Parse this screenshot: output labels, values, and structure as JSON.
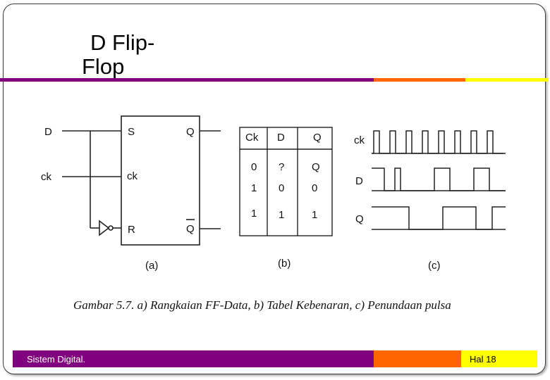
{
  "slide": {
    "title_line1": "D Flip-",
    "title_line2": "Flop",
    "accent_colors": {
      "purple": "#800080",
      "orange": "#ff6600",
      "yellow": "#ffff00"
    }
  },
  "figure": {
    "circuit": {
      "input_d": "D",
      "input_ck": "ck",
      "pin_s": "S",
      "pin_ck": "ck",
      "pin_r": "R",
      "output_q": "Q",
      "output_qbar": "Q",
      "label": "(a)"
    },
    "truth_table": {
      "headers": [
        "Ck",
        "D",
        "Q"
      ],
      "rows": [
        [
          "0",
          "?",
          "Q"
        ],
        [
          "1",
          "0",
          "0"
        ],
        [
          "1",
          "1",
          "1"
        ]
      ],
      "label": "(b)"
    },
    "timing": {
      "signals": [
        "ck",
        "D",
        "Q"
      ],
      "label": "(c)"
    },
    "caption": "Gambar 5.7. a) Rangkaian FF-Data, b) Tabel Kebenaran, c) Penundaan pulsa"
  },
  "footer": {
    "course": "Sistem Digital.",
    "page": "Hal 18"
  }
}
